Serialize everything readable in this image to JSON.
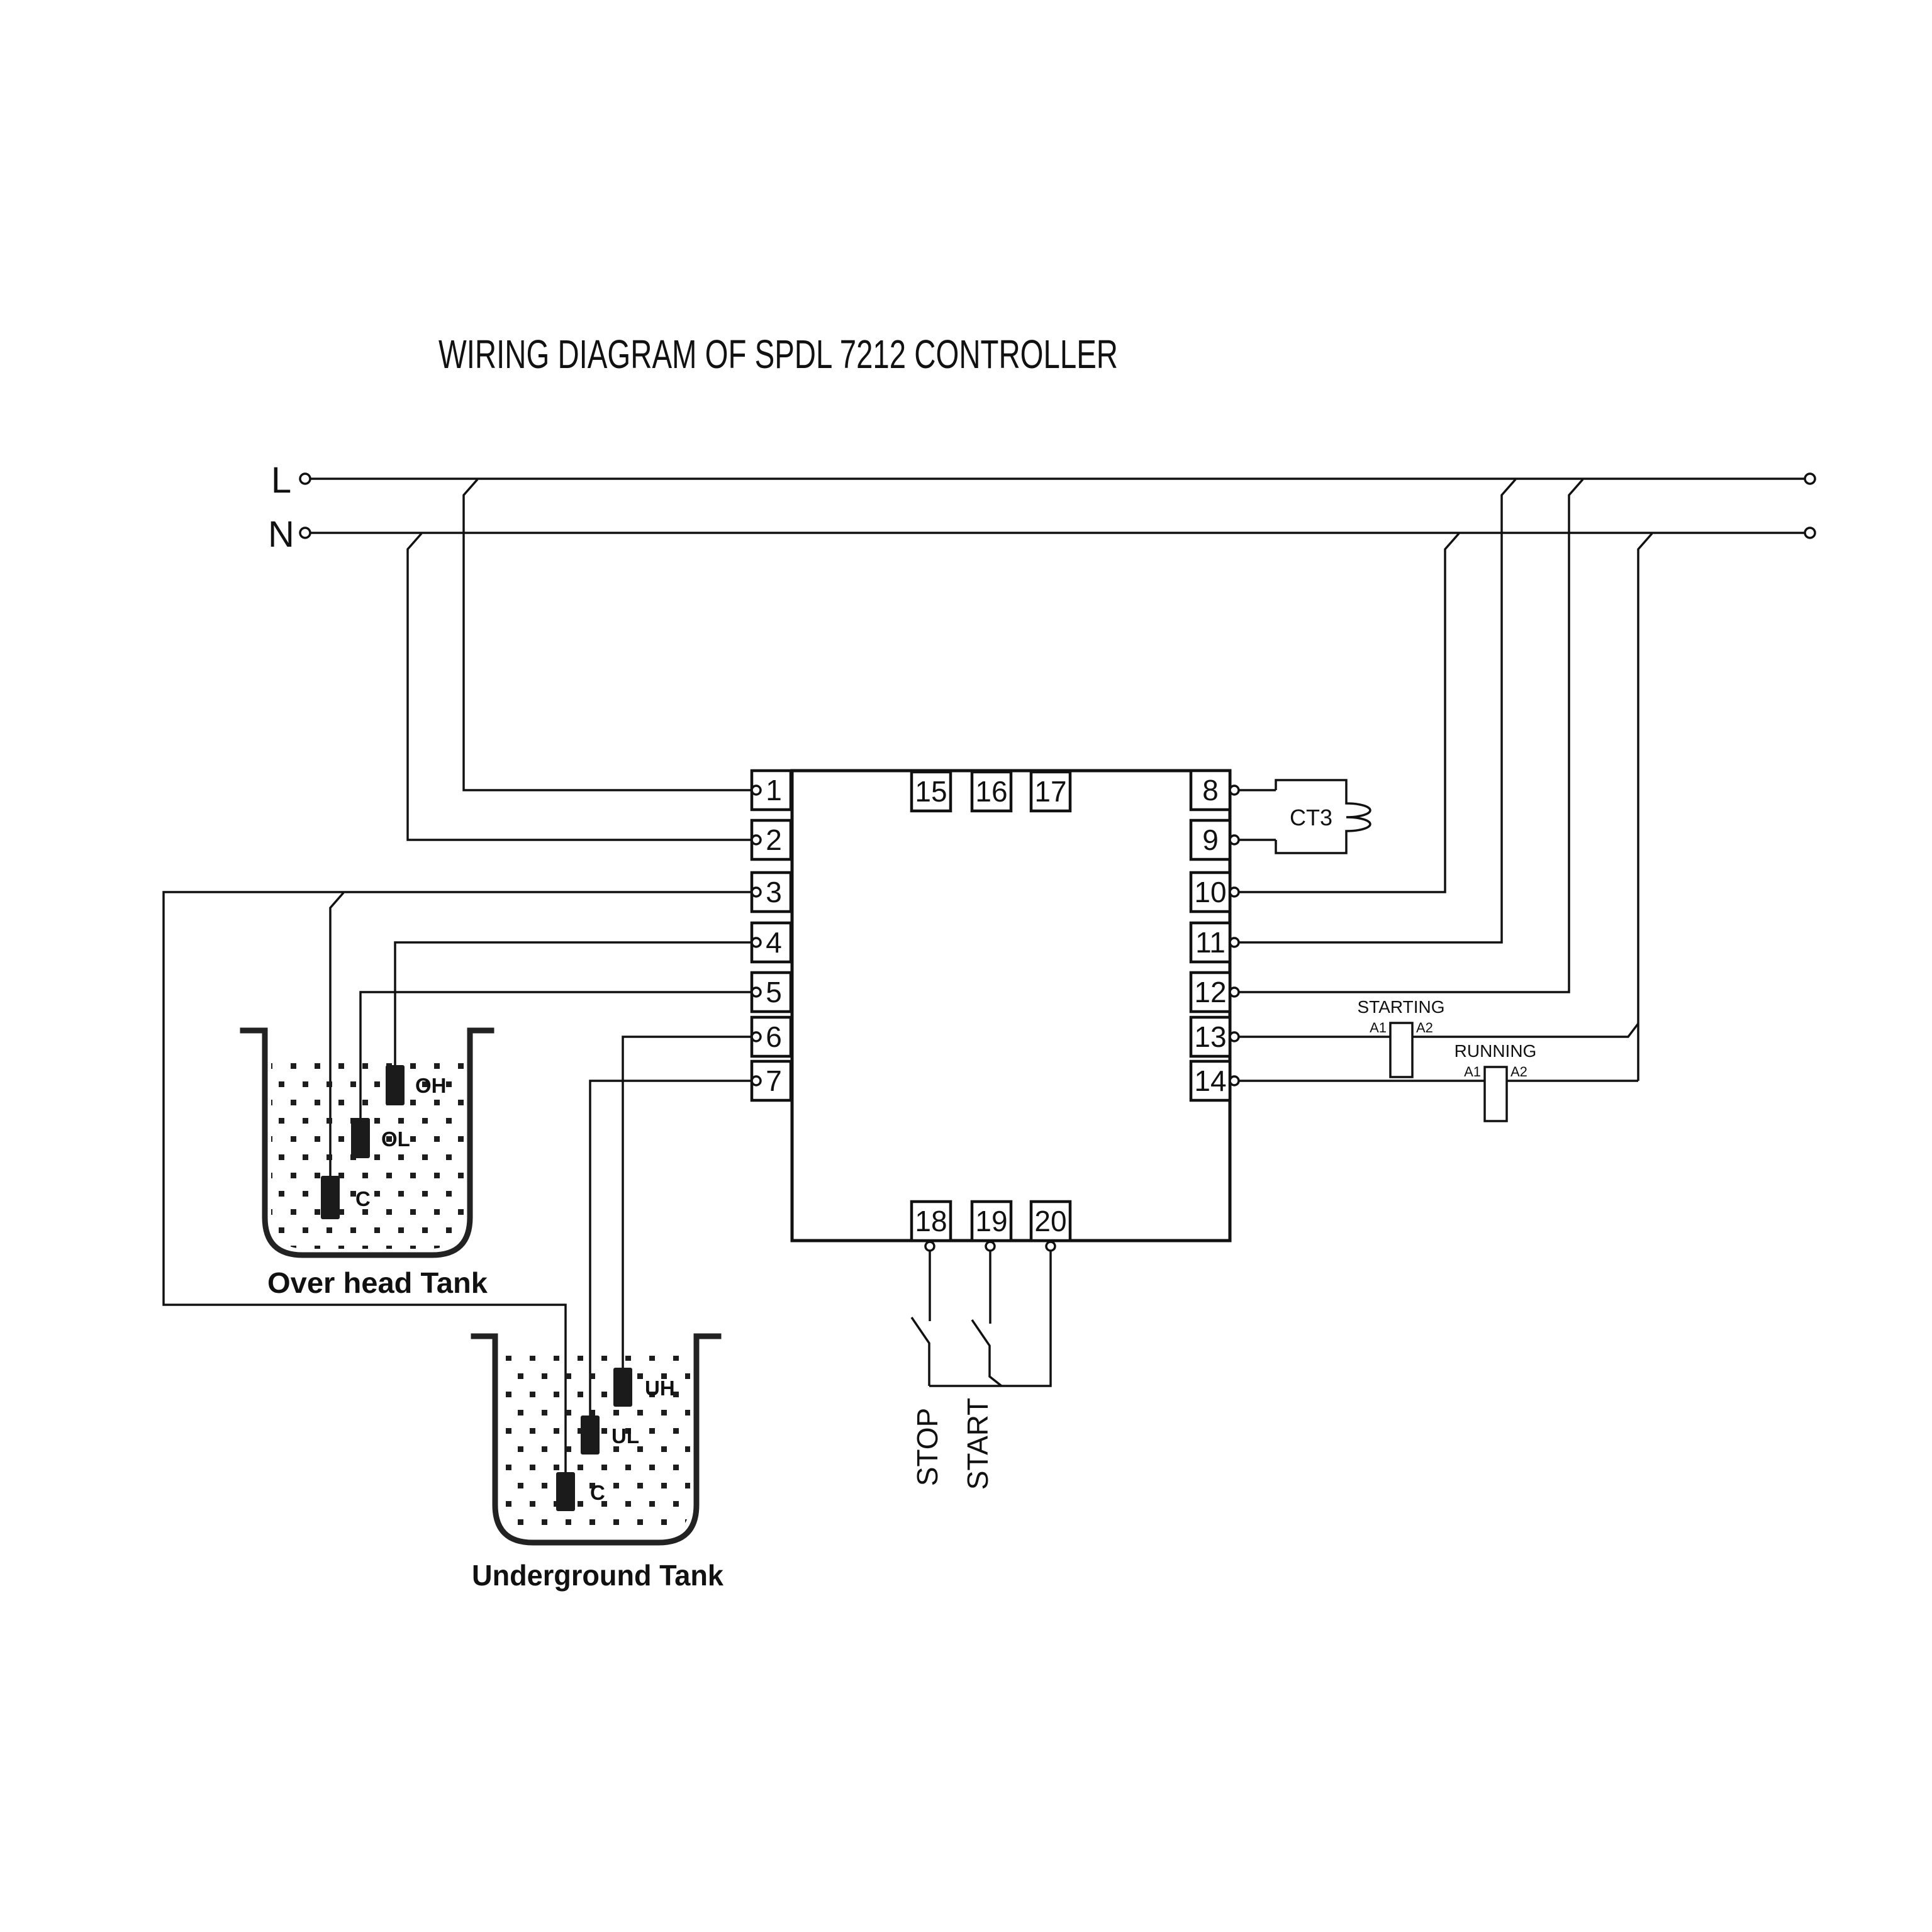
{
  "title": "WIRING DIAGRAM OF SPDL 7212  CONTROLLER",
  "power": {
    "live": "L",
    "neutral": "N"
  },
  "controller": {
    "left_terminals": [
      "1",
      "2",
      "3",
      "4",
      "5",
      "6",
      "7"
    ],
    "right_terminals": [
      "8",
      "9",
      "10",
      "11",
      "12",
      "13",
      "14"
    ],
    "top_terminals": [
      "15",
      "16",
      "17"
    ],
    "bottom_terminals": [
      "18",
      "19",
      "20"
    ]
  },
  "current_transformer": {
    "label": "CT3"
  },
  "contactors": {
    "starting": {
      "name": "STARTING",
      "a1": "A1",
      "a2": "A2"
    },
    "running": {
      "name": "RUNNING",
      "a1": "A1",
      "a2": "A2"
    }
  },
  "overhead_tank": {
    "name": "Over head Tank",
    "sensor_high": "OH",
    "sensor_low": "OL",
    "sensor_common": "C"
  },
  "underground_tank": {
    "name": "Underground Tank",
    "sensor_high": "UH",
    "sensor_low": "UL",
    "sensor_common": "C"
  },
  "push_buttons": {
    "stop": "STOP",
    "start": "START"
  },
  "colors": {
    "ink": "#111111",
    "background": "#ffffff"
  }
}
